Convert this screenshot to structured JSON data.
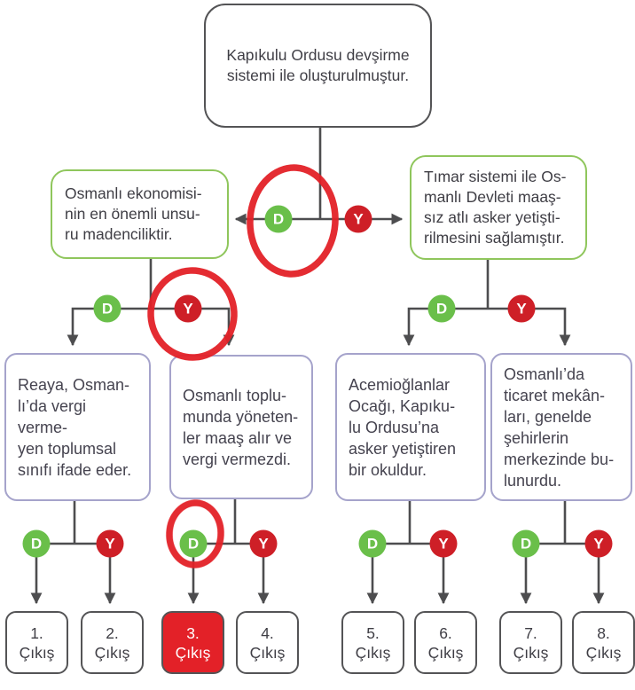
{
  "labels": {
    "d": "D",
    "y": "Y"
  },
  "nodes": {
    "root": {
      "text": "Kapıkulu Ordusu devşirme\nsistemi ile oluşturulmuştur."
    },
    "level1": [
      {
        "text": "Osmanlı ekonomisi-\nnin en önemli unsu-\nru madenciliktir."
      },
      {
        "text": "Tımar sistemi ile Os-\nmanlı Devleti maaş-\nsız atlı asker yetişti-\nrilmesini sağlamıştır."
      }
    ],
    "level2": [
      {
        "text": "Reaya, Osman-\nlı’da vergi verme-\nyen toplumsal\nsınıfı ifade eder."
      },
      {
        "text": "Osmanlı toplu-\nmunda yöneten-\nler maaş alır ve\nvergi vermezdi."
      },
      {
        "text": "Acemioğlanlar\nOcağı, Kapıku-\nlu Ordusu’na\nasker yetiştiren\nbir okuldur."
      },
      {
        "text": "Osmanlı’da\nticaret mekân-\nları, genelde\nşehirlerin\nmerkezinde bu-\nlunurdu."
      }
    ]
  },
  "exits": [
    {
      "number": "1.",
      "label": "Çıkış",
      "highlighted": false
    },
    {
      "number": "2.",
      "label": "Çıkış",
      "highlighted": false
    },
    {
      "number": "3.",
      "label": "Çıkış",
      "highlighted": true
    },
    {
      "number": "4.",
      "label": "Çıkış",
      "highlighted": false
    },
    {
      "number": "5.",
      "label": "Çıkış",
      "highlighted": false
    },
    {
      "number": "6.",
      "label": "Çıkış",
      "highlighted": false
    },
    {
      "number": "7.",
      "label": "Çıkış",
      "highlighted": false
    },
    {
      "number": "8.",
      "label": "Çıkış",
      "highlighted": false
    }
  ],
  "annotations": {
    "circled_options": [
      "D (root split)",
      "Y (under left level-1 box)",
      "D (under second level-2 box)"
    ],
    "highlighted_exit": "3. Çıkış"
  },
  "colors": {
    "true_green": "#6abf4a",
    "false_red": "#ce1f27",
    "pen_red": "#e32128",
    "border_dark": "#545456",
    "border_green": "#8fc65c",
    "border_purple": "#a5a3cb",
    "line_gray": "#4d4d4f"
  }
}
